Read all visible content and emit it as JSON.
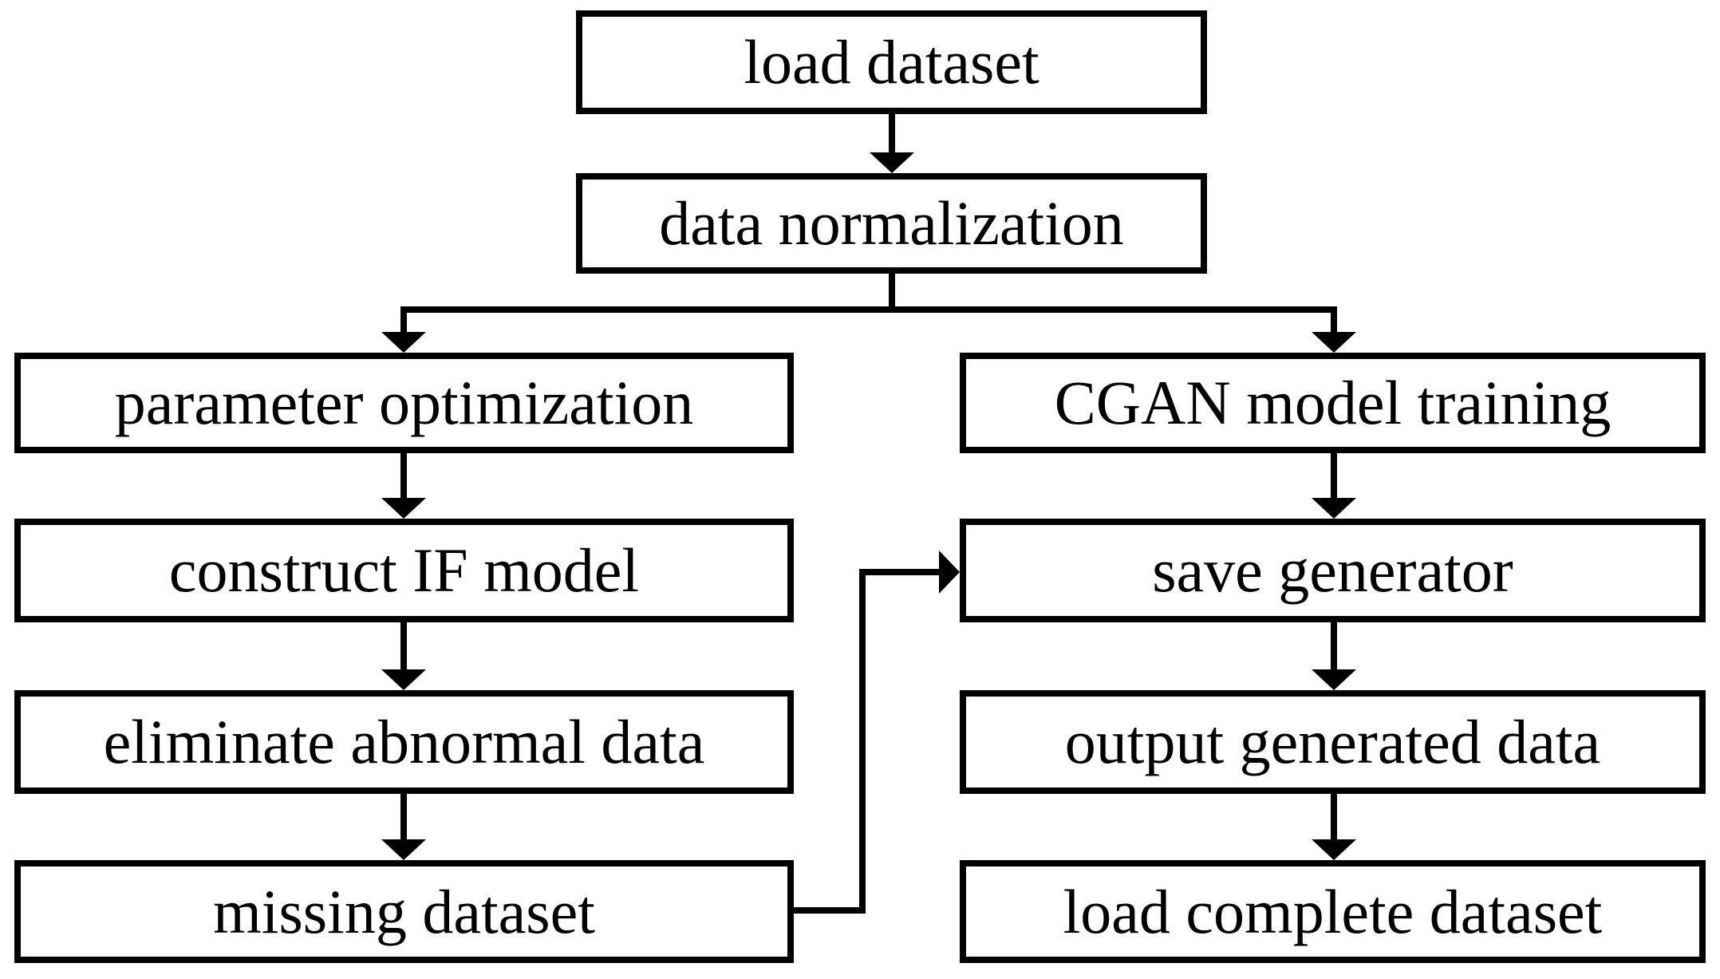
{
  "diagram": {
    "type": "flowchart",
    "background_color": "#ffffff",
    "line_color": "#000000",
    "box_fill_color": "#ffffff",
    "text_color": "#000000",
    "nodes": {
      "load_dataset": "load dataset",
      "data_normalization": "data normalization",
      "parameter_optimization": "parameter optimization",
      "construct_if_model": "construct IF model",
      "eliminate_abnormal_data": "eliminate abnormal data",
      "missing_dataset": "missing dataset",
      "cgan_model_training": "CGAN model training",
      "save_generator": "save generator",
      "output_generated_data": "output generated data",
      "load_complete_dataset": "load complete dataset"
    },
    "edges": [
      {
        "from": "load dataset",
        "to": "data normalization"
      },
      {
        "from": "data normalization",
        "to": "parameter optimization"
      },
      {
        "from": "data normalization",
        "to": "CGAN model training"
      },
      {
        "from": "parameter optimization",
        "to": "construct IF model"
      },
      {
        "from": "construct IF model",
        "to": "eliminate abnormal data"
      },
      {
        "from": "eliminate abnormal data",
        "to": "missing dataset"
      },
      {
        "from": "CGAN model training",
        "to": "save generator"
      },
      {
        "from": "save generator",
        "to": "output generated data"
      },
      {
        "from": "output generated data",
        "to": "load complete dataset"
      },
      {
        "from": "missing dataset",
        "to": "save generator"
      }
    ]
  }
}
